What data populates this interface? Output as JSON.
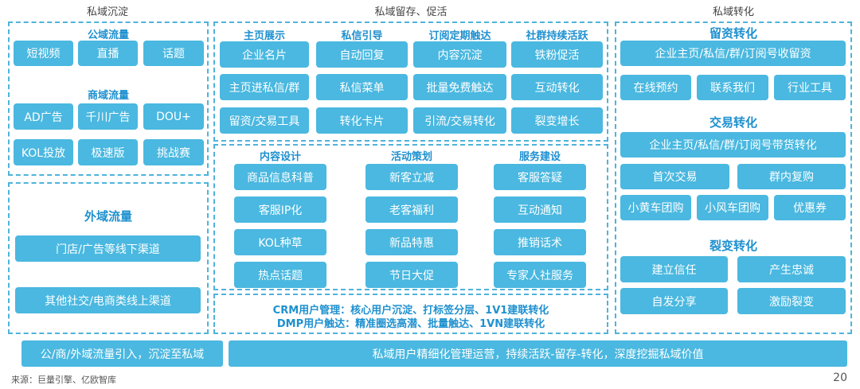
{
  "columns": {
    "left_title": "私域沉淀",
    "middle_title": "私域留存、促活",
    "right_title": "私域转化"
  },
  "left": {
    "gongyu": {
      "title": "公域流量",
      "items": [
        "短视频",
        "直播",
        "话题"
      ]
    },
    "shangyu": {
      "title": "商域流量",
      "items": [
        "AD广告",
        "千川广告",
        "DOU+",
        "KOL投放",
        "极速版",
        "挑战赛"
      ]
    },
    "waiyu": {
      "title": "外域流量",
      "items": [
        "门店/广告等线下渠道",
        "其他社交/电商类线上渠道"
      ]
    }
  },
  "middle_top": {
    "columns": [
      {
        "title": "主页展示",
        "items": [
          "企业名片",
          "主页进私信/群",
          "留资/交易工具"
        ]
      },
      {
        "title": "私信引导",
        "items": [
          "自动回复",
          "私信菜单",
          "转化卡片"
        ]
      },
      {
        "title": "订阅定期触达",
        "items": [
          "内容沉淀",
          "批量免费触达",
          "引流/交易转化"
        ]
      },
      {
        "title": "社群持续活跃",
        "items": [
          "铁粉促活",
          "互动转化",
          "裂变增长"
        ]
      }
    ]
  },
  "middle_mid": {
    "columns": [
      {
        "title": "内容设计",
        "items": [
          "商品信息科普",
          "客服IP化",
          "KOL种草",
          "热点话题"
        ]
      },
      {
        "title": "活动策划",
        "items": [
          "新客立减",
          "老客福利",
          "新品特惠",
          "节日大促"
        ]
      },
      {
        "title": "服务建设",
        "items": [
          "客服答疑",
          "互动通知",
          "推销话术",
          "专家人社服务"
        ]
      }
    ]
  },
  "crm": {
    "line1": "CRM用户管理：核心用户沉淀、打标签分层、1V1建联转化",
    "line2": "DMP用户触达：精准圈选高潜、批量触达、1VN建联转化"
  },
  "right": {
    "liuzi": {
      "title": "留资转化",
      "wide": "企业主页/私信/群/订阅号收留资",
      "items": [
        "在线预约",
        "联系我们",
        "行业工具"
      ]
    },
    "jiaoyi": {
      "title": "交易转化",
      "wide": "企业主页/私信/群/订阅号带货转化",
      "row2": [
        "首次交易",
        "群内复购"
      ],
      "row3": [
        "小黄车团购",
        "小风车团购",
        "优惠券"
      ]
    },
    "liebian": {
      "title": "裂变转化",
      "items": [
        "建立信任",
        "产生忠诚",
        "自发分享",
        "激励裂变"
      ]
    }
  },
  "bottom": {
    "left": "公/商/外域流量引入，沉淀至私域",
    "right": "私域用户精细化管理运营，持续活跃-留存-转化，深度挖掘私域价值"
  },
  "footer": {
    "source": "来源：巨量引擎、亿欧智库",
    "page": "20"
  }
}
